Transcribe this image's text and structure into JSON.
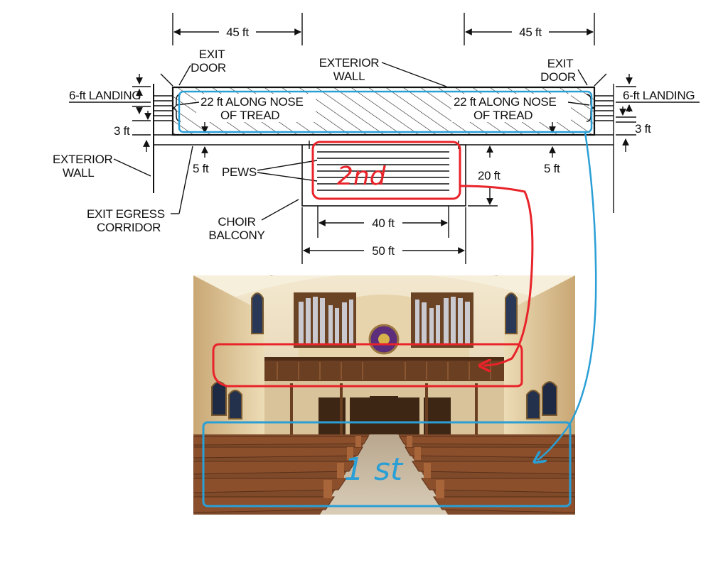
{
  "dimensions": {
    "top_left_width": "45 ft",
    "top_right_width": "45 ft",
    "balcony_inner_width": "40 ft",
    "balcony_outer_width": "50 ft",
    "balcony_depth": "20 ft",
    "left_landing": "6-ft LANDING",
    "right_landing": "6-ft LANDING",
    "left_stair_gap": "3 ft",
    "right_stair_gap": "3 ft",
    "left_corridor": "5 ft",
    "right_corridor": "5 ft"
  },
  "labels": {
    "exit_door_left": [
      "EXIT",
      "DOOR"
    ],
    "exit_door_right": [
      "EXIT",
      "DOOR"
    ],
    "exterior_wall_top": [
      "EXTERIOR",
      "WALL"
    ],
    "exterior_wall_left": [
      "EXTERIOR",
      "WALL"
    ],
    "tread_left": [
      "22 ft ALONG NOSE",
      "OF TREAD"
    ],
    "tread_right": [
      "22 ft ALONG NOSE",
      "OF TREAD"
    ],
    "pews": "PEWS",
    "exit_egress": [
      "EXIT EGRESS",
      "CORRIDOR"
    ],
    "choir_balcony": [
      "CHOIR",
      "BALCONY"
    ]
  },
  "annotations": {
    "second_level": "2nd",
    "first_level": "1 st",
    "red_color": "#e8232a",
    "blue_color": "#2a9fd6"
  },
  "photo": {
    "subject": "church-interior-photo"
  }
}
